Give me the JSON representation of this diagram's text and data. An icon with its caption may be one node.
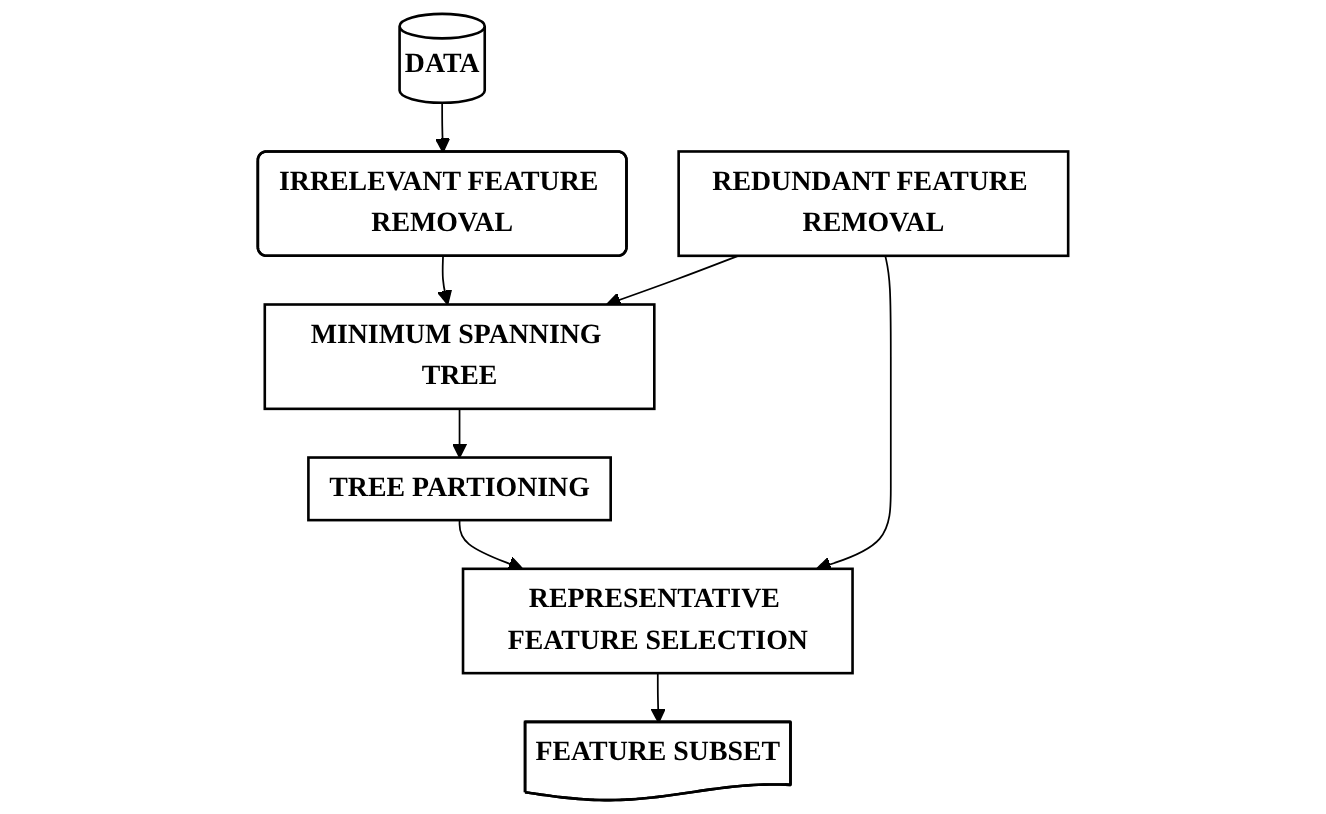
{
  "diagram": {
    "nodes": [
      {
        "text": [
          "DATA"
        ]
      },
      {
        "text": [
          "IRRELEVANT FEATURE REMOVAL"
        ]
      },
      {
        "text": [
          "MINIMUM SPANNING TREE"
        ]
      },
      {
        "text": [
          "TREE PARTIONING"
        ]
      },
      {
        "text": [
          "REPRESENTATIVE FEATURE SELECTION"
        ]
      },
      {
        "text": [
          "FEATURE SUBSET"
        ]
      },
      {
        "text": [
          "REDUNDANT FEATURE REMOVAL"
        ]
      }
    ],
    "edges": [
      {
        "from": 0,
        "to": 1,
        "arrow": "to"
      },
      {
        "from": 1,
        "to": 2,
        "arrow": "to"
      },
      {
        "from": 2,
        "to": 3,
        "arrow": "to"
      },
      {
        "from": 3,
        "to": 4,
        "arrow": "to"
      },
      {
        "from": 4,
        "to": 5,
        "arrow": "to"
      },
      {
        "from": 6,
        "to": 2,
        "arrow": "to"
      },
      {
        "from": 6,
        "to": 4,
        "arrow": "to"
      }
    ]
  }
}
